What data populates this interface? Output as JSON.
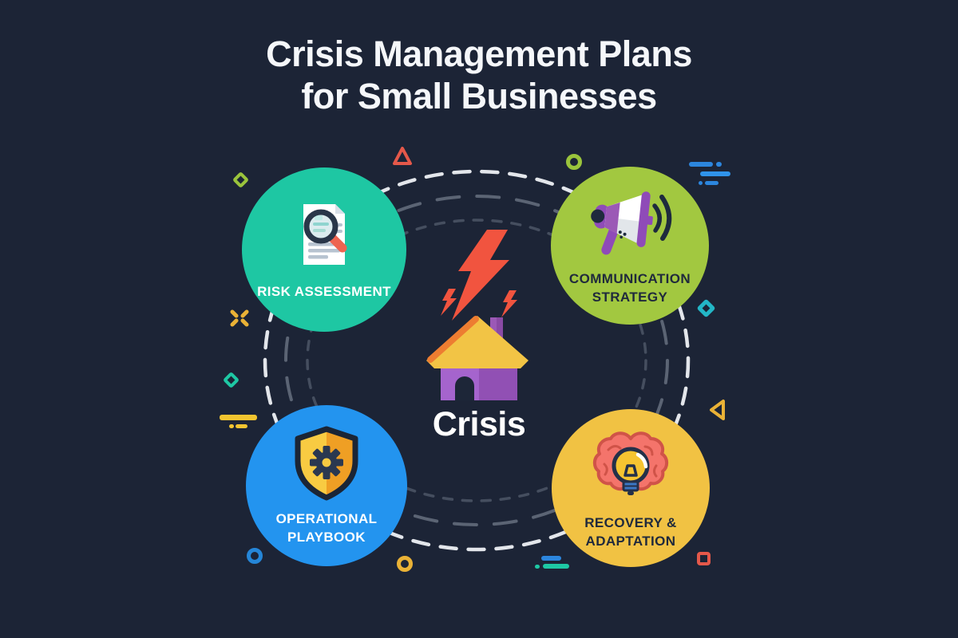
{
  "title": {
    "lines": [
      "Crisis Management Plans",
      "for Small Businesses"
    ]
  },
  "center": {
    "label": "Crisis",
    "icons": [
      "lightning-bolts-icon",
      "house-icon"
    ]
  },
  "nodes": [
    {
      "id": "risk-assessment",
      "label": "RISK ASSESSMENT",
      "icon": "document-magnifier-icon",
      "circle_color": "#1EC7A3",
      "label_color": "#FFFFFF"
    },
    {
      "id": "communication-strategy",
      "label": "COMMUNICATION STRATEGY",
      "icon": "megaphone-icon",
      "circle_color": "#A2C840",
      "label_color": "#202A3C"
    },
    {
      "id": "operational-playbook",
      "label": "OPERATIONAL PLAYBOOK",
      "icon": "shield-gear-icon",
      "circle_color": "#2394EF",
      "label_color": "#FFFFFF"
    },
    {
      "id": "recovery-adaptation",
      "label": "RECOVERY & ADAPTATION",
      "icon": "brain-lightbulb-icon",
      "circle_color": "#F1C243",
      "label_color": "#202A3C"
    }
  ],
  "decorations": [
    "warning-triangle-icon",
    "ring-icon",
    "dash-lines-icon",
    "diamond-outline-icon",
    "sparkle-cross-icon",
    "triangle-outline-icon",
    "square-outline-icon",
    "dashed-orbit-rings"
  ],
  "palette": {
    "background": "#1C2436",
    "white": "#FFFFFF",
    "coral_red": "#F1543F",
    "purple": "#9B59B6",
    "teal": "#1EC7A3",
    "cyan": "#23B6C6",
    "lime_green": "#A2C840",
    "blue": "#2394EF",
    "yellow": "#F1C243",
    "dark_navy_text": "#202A3C"
  }
}
